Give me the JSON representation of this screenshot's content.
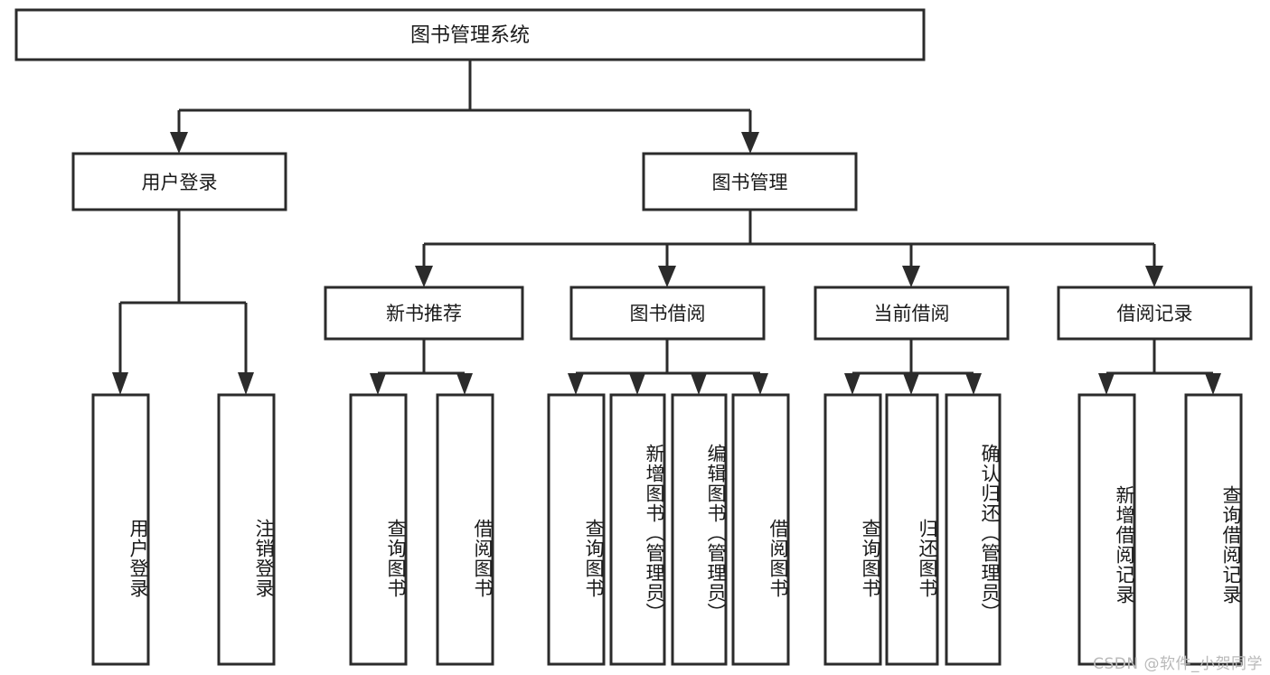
{
  "diagram": {
    "title": "图书管理系统",
    "type": "tree",
    "colors": {
      "stroke": "#2b2b2b",
      "fill": "#ffffff",
      "text": "#1a1a1a",
      "watermark": "#b9b9b9",
      "background": "#ffffff"
    },
    "levels": {
      "root": {
        "label": "图书管理系统"
      },
      "level2": [
        {
          "label": "用户登录"
        },
        {
          "label": "图书管理"
        }
      ],
      "level3": [
        {
          "label": "新书推荐"
        },
        {
          "label": "图书借阅"
        },
        {
          "label": "当前借阅"
        },
        {
          "label": "借阅记录"
        }
      ],
      "leaves": [
        {
          "label": "用户登录",
          "parent": "用户登录"
        },
        {
          "label": "注销登录",
          "parent": "用户登录"
        },
        {
          "label": "查询图书",
          "parent": "新书推荐"
        },
        {
          "label": "借阅图书",
          "parent": "新书推荐"
        },
        {
          "label": "查询图书",
          "parent": "图书借阅"
        },
        {
          "label": "新增图书（管理员）",
          "parent": "图书借阅"
        },
        {
          "label": "编辑图书（管理员）",
          "parent": "图书借阅"
        },
        {
          "label": "借阅图书",
          "parent": "图书借阅"
        },
        {
          "label": "查询图书",
          "parent": "当前借阅"
        },
        {
          "label": "归还图书",
          "parent": "当前借阅"
        },
        {
          "label": "确认归还（管理员）",
          "parent": "当前借阅"
        },
        {
          "label": "新增借阅记录",
          "parent": "借阅记录"
        },
        {
          "label": "查询借阅记录",
          "parent": "借阅记录"
        }
      ]
    }
  },
  "watermark": {
    "text": "CSDN @软件_小贺同学"
  }
}
